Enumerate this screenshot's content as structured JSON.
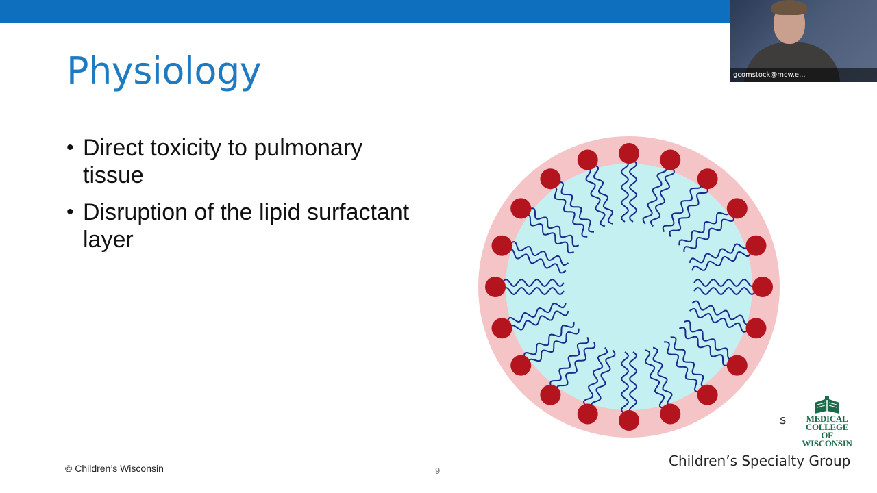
{
  "slide": {
    "title": "Physiology",
    "bullets": [
      "Direct toxicity to pulmonary tissue",
      "Disruption of the lipid surfactant layer"
    ],
    "footer": "© Children’s Wisconsin",
    "page_number": "9",
    "group_name": "Children’s Specialty Group",
    "stray_mark": "s"
  },
  "logo": {
    "lines": [
      "MEDICAL",
      "COLLEGE",
      "OF WISCONSIN"
    ],
    "color": "#1b6b4a"
  },
  "video": {
    "participant_name": "gcomstock@mcw.e..."
  },
  "colors": {
    "top_bar": "#0f6fbf",
    "title": "#1f7bc1",
    "outer_ring": "#f5c4c6",
    "inner_fill": "#c4f0f2",
    "head_group": "#b4141e",
    "tail": "#1a2a8c"
  },
  "diagram": {
    "head_count": 20
  }
}
